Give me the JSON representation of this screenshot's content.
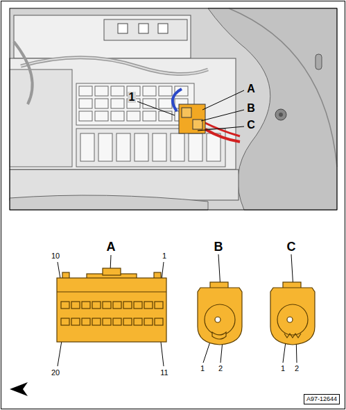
{
  "diagram": {
    "nodes": [
      {
        "text": [
          "A97-12644"
        ]
      }
    ],
    "labels": [
      "1",
      "A",
      "B",
      "C",
      "A",
      "10",
      "1",
      "20",
      "11",
      "B",
      "1",
      "2",
      "C",
      "1",
      "2"
    ]
  }
}
